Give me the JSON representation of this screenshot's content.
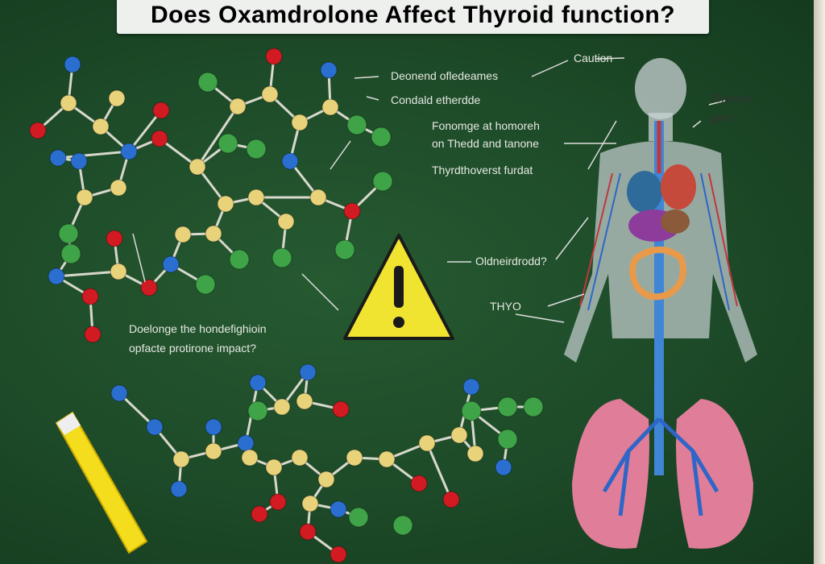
{
  "title": "Does Oxamdrolone Affect Thyroid function?",
  "labels": {
    "l1": "Deonend ofledeames",
    "l2": "Condald etherdde",
    "l3": "Fonomge at homoreh",
    "l4": "on Thedd and tanone",
    "l5": "Thyrdthoverst furdat",
    "l6": "Caution",
    "l7": "Thyrond",
    "l8": "glam",
    "l9": "Oldneirdrodd?",
    "l10": "THYO",
    "l11": "Doelonge the hondefighioin",
    "l12": "opfacte protirone impact?"
  },
  "colors": {
    "board": "#1d4a28",
    "atom_yellow": "#e8d27a",
    "atom_blue": "#2a6fd0",
    "atom_red": "#d11a22",
    "atom_green": "#3fa348",
    "warning": "#f1e431"
  }
}
